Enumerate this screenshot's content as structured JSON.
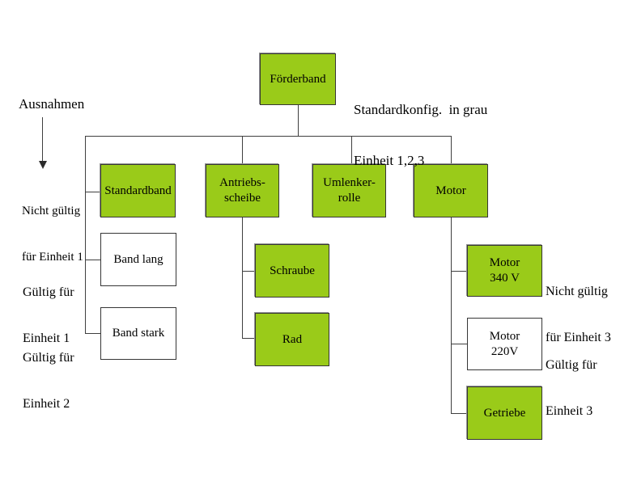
{
  "colors": {
    "node_green": "#9ACB19",
    "node_white": "#FFFFFF",
    "line": "#3F3F3F"
  },
  "legend": {
    "note_line1": "Standardkonfig.  in grau",
    "note_line2": "Einheit 1,2,3"
  },
  "annotations": {
    "ausnahmen": "Ausnahmen",
    "nicht_gueltig_einheit1_line1": "Nicht gültig",
    "nicht_gueltig_einheit1_line2": "für Einheit 1",
    "gueltig_einheit1_line1": "Gültig für",
    "gueltig_einheit1_line2": "Einheit 1",
    "gueltig_einheit2_line1": "Gültig für",
    "gueltig_einheit2_line2": "Einheit 2",
    "nicht_gueltig_einheit3_line1": "Nicht gültig",
    "nicht_gueltig_einheit3_line2": "für Einheit 3",
    "gueltig_einheit3_line1": "Gültig für",
    "gueltig_einheit3_line2": "Einheit 3"
  },
  "nodes": {
    "foerderband": {
      "label": "Förderband",
      "style": "green"
    },
    "standardband": {
      "label": "Standardband",
      "style": "green"
    },
    "antriebsscheibe": {
      "line1": "Antriebs-",
      "line2": "scheibe",
      "style": "green"
    },
    "umlenkerrolle": {
      "line1": "Umlenker-",
      "line2": "rolle",
      "style": "green"
    },
    "motor": {
      "label": "Motor",
      "style": "green"
    },
    "band_lang": {
      "label": "Band lang",
      "style": "white"
    },
    "band_stark": {
      "label": "Band stark",
      "style": "white"
    },
    "schraube": {
      "label": "Schraube",
      "style": "green"
    },
    "rad": {
      "label": "Rad",
      "style": "green"
    },
    "motor_340": {
      "line1": "Motor",
      "line2": "340 V",
      "style": "green"
    },
    "motor_220": {
      "line1": "Motor",
      "line2": "220V",
      "style": "white"
    },
    "getriebe": {
      "label": "Getriebe",
      "style": "green"
    }
  }
}
